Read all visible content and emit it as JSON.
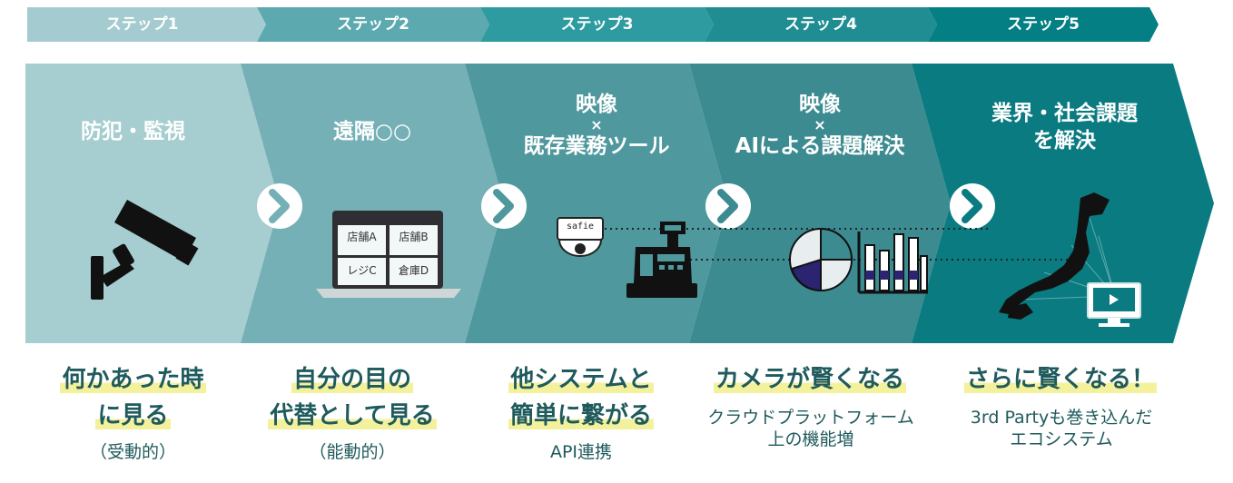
{
  "colors": {
    "step_bar": [
      "#a4cbcf",
      "#5da9b0",
      "#2d9b9f",
      "#1f8d92",
      "#047f84"
    ],
    "panel": [
      "#a6cdd0",
      "#74b0b6",
      "#4f989d",
      "#3c8b91",
      "#0a7b80"
    ],
    "caption": "#1f5a5c",
    "highlight": "#f4f19c"
  },
  "steps": [
    {
      "label": "ステップ1",
      "title_lines": [
        "防犯・監視"
      ],
      "icon": "security-camera-icon",
      "caption_lines": [
        "何かあった時",
        "に見る"
      ],
      "sub_lines": [
        "（受動的）"
      ]
    },
    {
      "label": "ステップ2",
      "title_lines": [
        "遠隔○○"
      ],
      "icon": "laptop-multi-view-icon",
      "screen_cells": [
        "店舗A",
        "店舗B",
        "レジC",
        "倉庫D"
      ],
      "caption_lines": [
        "自分の目の",
        "代替として見る"
      ],
      "sub_lines": [
        "（能動的）"
      ]
    },
    {
      "label": "ステップ3",
      "title_lines": [
        "映像",
        "×",
        "既存業務ツール"
      ],
      "icon": "camera-and-register-icon",
      "camera_brand": "safie",
      "caption_lines": [
        "他システムと",
        "簡単に繋がる"
      ],
      "sub_lines": [
        "API連携"
      ]
    },
    {
      "label": "ステップ4",
      "title_lines": [
        "映像",
        "×",
        "AIによる課題解決"
      ],
      "icon": "analytics-charts-icon",
      "caption_lines": [
        "カメラが賢くなる"
      ],
      "sub_lines": [
        "クラウドプラットフォーム",
        "上の機能増"
      ]
    },
    {
      "label": "ステップ5",
      "title_lines": [
        "業界・社会課題",
        "を解決"
      ],
      "icon": "japan-map-monitor-icon",
      "caption_lines": [
        "さらに賢くなる！"
      ],
      "sub_lines": [
        "3rd Partyも巻き込んだ",
        "エコシステム"
      ]
    }
  ]
}
